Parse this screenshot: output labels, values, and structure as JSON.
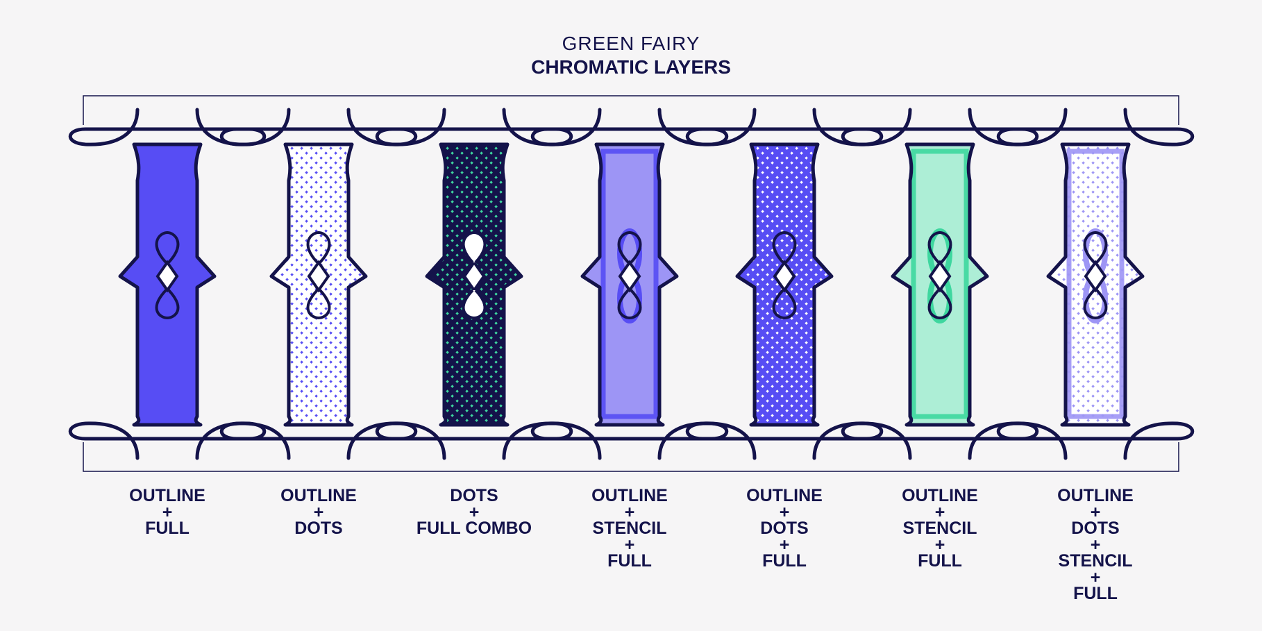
{
  "header": {
    "subtitle": "GREEN FAIRY",
    "title": "CHROMATIC LAYERS"
  },
  "colors": {
    "background": "#f6f5f6",
    "outline": "#14134a",
    "blue": "#574df4",
    "light_blue": "#9d95f5",
    "green": "#3ed79f",
    "light_green": "#adeed6",
    "white": "#ffffff"
  },
  "variants": [
    {
      "caption": "OUTLINE\n+\nFULL",
      "fill": "#574df4",
      "dots": null,
      "stencil": null
    },
    {
      "caption": "OUTLINE\n+\nDOTS",
      "fill": "#ffffff",
      "dots": "#574df4",
      "stencil": null
    },
    {
      "caption": "DOTS\n+\nFULL COMBO",
      "fill": "#14134a",
      "dots": "#3ed79f",
      "stencil": null
    },
    {
      "caption": "OUTLINE\n+\nSTENCIL\n+\nFULL",
      "fill": "#9d95f5",
      "dots": null,
      "stencil": "#574df4"
    },
    {
      "caption": "OUTLINE\n+\nDOTS\n+\nFULL",
      "fill": "#574df4",
      "dots": "#ffffff",
      "stencil": null
    },
    {
      "caption": "OUTLINE\n+\nSTENCIL\n+\nFULL",
      "fill": "#adeed6",
      "dots": null,
      "stencil": "#3ed79f"
    },
    {
      "caption": "OUTLINE\n+\nDOTS\n+\nSTENCIL\n+\nFULL",
      "fill": "#ffffff",
      "dots": "#9d95f5",
      "stencil": "#9d95f5"
    }
  ]
}
